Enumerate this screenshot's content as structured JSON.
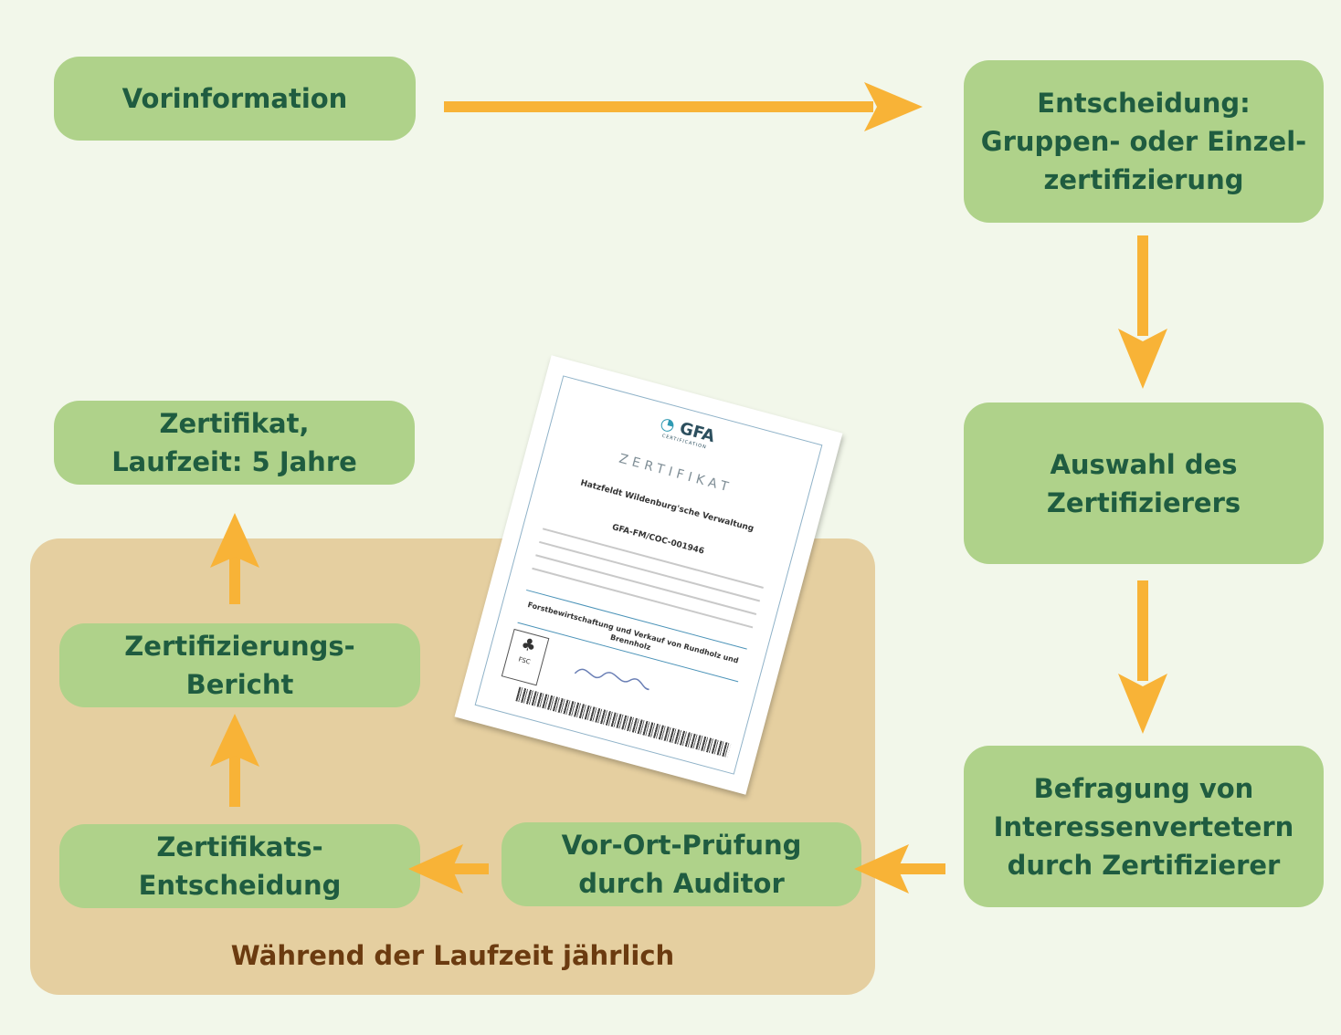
{
  "nodes": {
    "vorinformation": "Vorinformation",
    "entscheidung": [
      "Entscheidung:",
      "Gruppen- oder Einzel-",
      "zertifizierung"
    ],
    "auswahl": [
      "Auswahl des",
      "Zertifizierers"
    ],
    "befragung": [
      "Befragung von",
      "Interessenvertetern",
      "durch Zertifizierer"
    ],
    "vor_ort": [
      "Vor-Ort-Prüfung",
      "durch Auditor"
    ],
    "zertifikats_entscheidung": [
      "Zertifikats-",
      "Entscheidung"
    ],
    "zertifizierungs_bericht": [
      "Zertifizierungs-",
      "Bericht"
    ],
    "zertifikat": [
      "Zertifikat,",
      "Laufzeit: 5 Jahre"
    ]
  },
  "annual_label": "Während der Laufzeit jährlich",
  "certificate": {
    "logo": "GFA",
    "logo_sub": "CERTIFICATION",
    "title": "ZERTIFIKAT",
    "company": "Hatzfeldt Wildenburg'sche Verwaltung",
    "code": "GFA-FM/COC-001946",
    "product": "Forstbewirtschaftung und Verkauf von Rundholz und Brennholz",
    "fsc": "FSC"
  },
  "colors": {
    "node_fill": "#afd28a",
    "node_text": "#1f5c40",
    "arrow": "#f8b337",
    "annual_area": "#e5cfa0",
    "annual_text": "#6b3b10",
    "background": "#f2f7ea"
  }
}
